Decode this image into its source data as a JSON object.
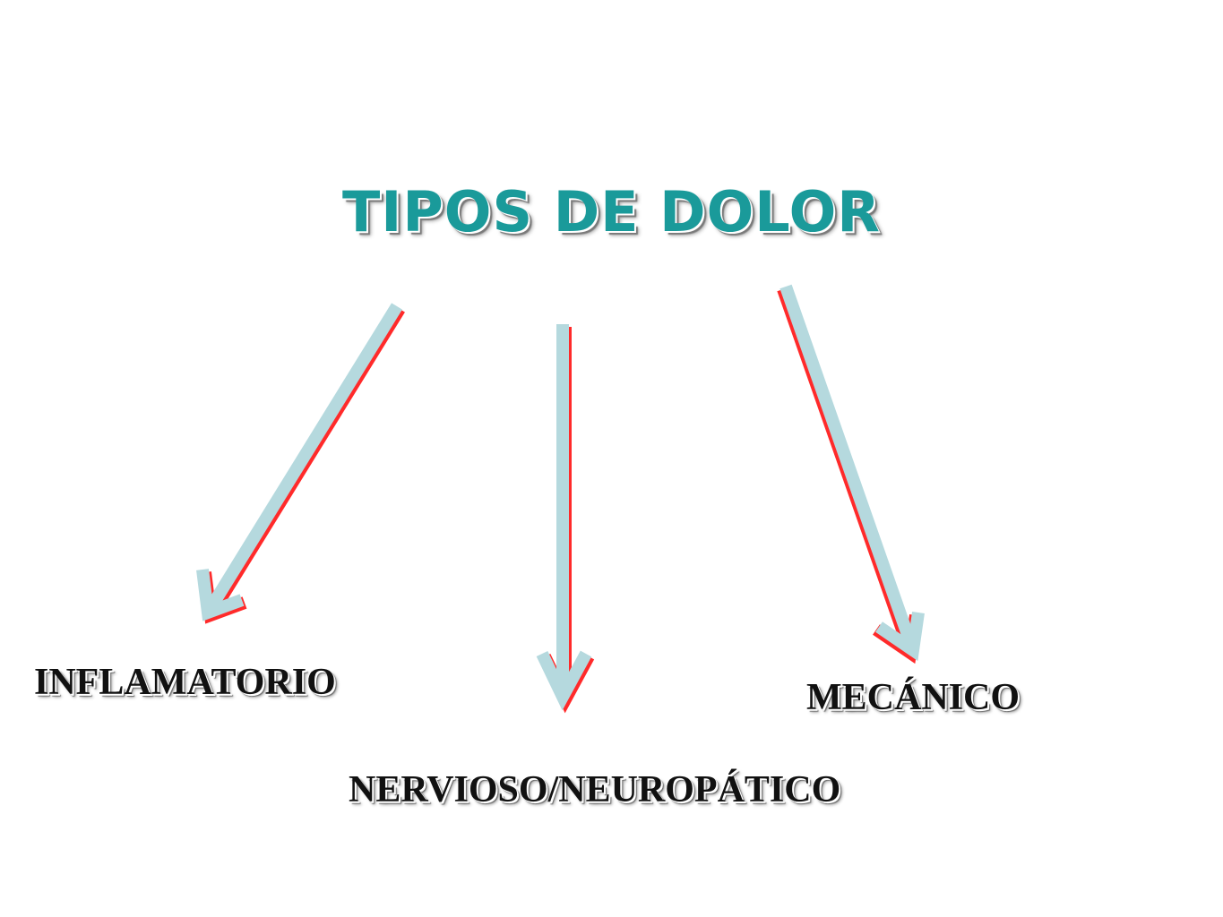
{
  "title": "TIPOS DE DOLOR",
  "categories": {
    "inflamatorio": "INFLAMATORIO",
    "nervioso": "NERVIOSO/NEUROPÁTICO",
    "mecanico": "MECÁNICO"
  },
  "colors": {
    "title": "#1a9a9a",
    "arrow": "#b5d9de",
    "arrow_edge": "#ff2a2a",
    "text": "#111111"
  }
}
